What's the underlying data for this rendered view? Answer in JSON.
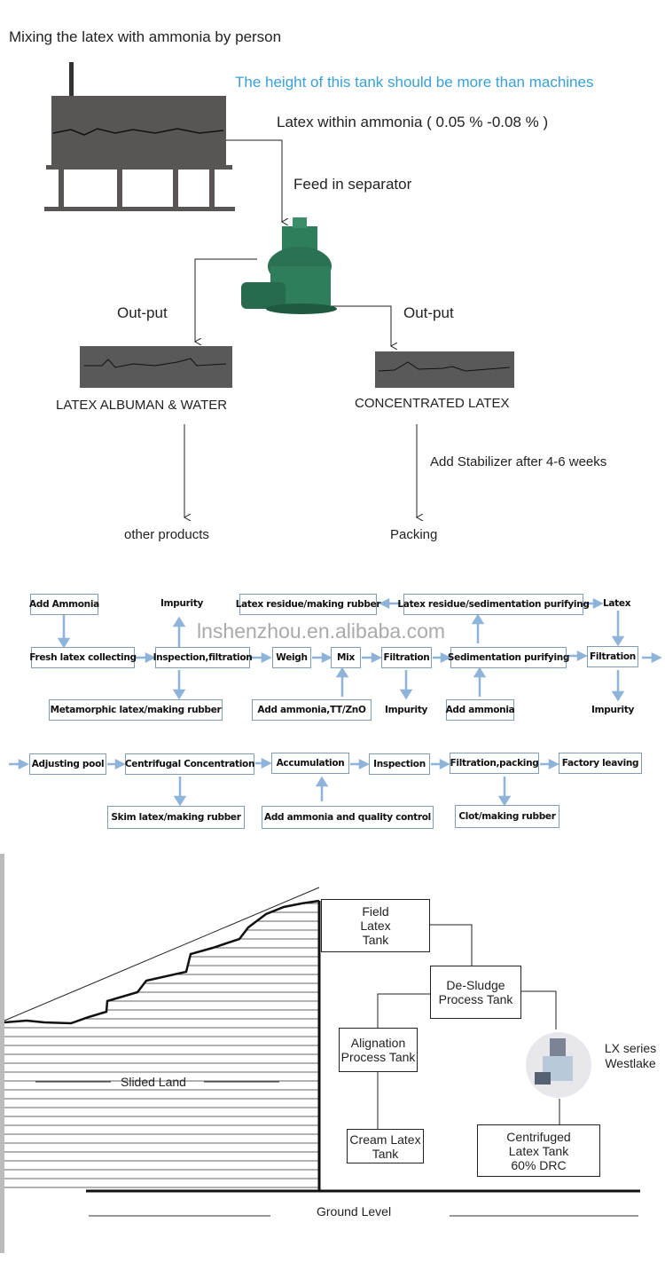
{
  "section1": {
    "title": "Mixing the latex with ammonia by person",
    "note": "The height of this tank should be more than machines",
    "latex_within": "Latex within ammonia ( 0.05 % -0.08 % )",
    "feed": "Feed in separator",
    "output_left": "Out-put",
    "output_right": "Out-put",
    "left_product": "LATEX ALBUMAN & WATER",
    "right_product": "CONCENTRATED LATEX",
    "stabilizer": "Add Stabilizer after 4-6 weeks",
    "other": "other products",
    "packing": "Packing",
    "note_color": "#3aa0d8",
    "tank_color": "#5a5555",
    "separator_color": "#2e7d5b"
  },
  "section2": {
    "watermark": "lnshenzhou.en.alibaba.com",
    "row1": [
      "Add Ammonia",
      "Impurity",
      "Latex residue/making rubber",
      "Latex residue/sedimentation purifying",
      "Latex"
    ],
    "row2": [
      "Fresh latex collecting",
      "Inspection,filtration",
      "Weigh",
      "Mix",
      "Filtration",
      "Sedimentation purifying",
      "Filtration"
    ],
    "row3": [
      "Metamorphic latex/making rubber",
      "Add ammonia,TT/ZnO",
      "Impurity",
      "Add ammonia",
      "Impurity"
    ],
    "row4": [
      "Adjusting pool",
      "Centrifugal Concentration",
      "Accumulation",
      "Inspection",
      "Filtration,packing",
      "Factory leaving"
    ],
    "row5": [
      "Skim latex/making rubber",
      "Add ammonia and quality control",
      "Clot/making rubber"
    ],
    "arrow_color": "#8fb4d9"
  },
  "section3": {
    "field_tank": "Field Latex Tank",
    "desludge": "De-Sludge Process Tank",
    "alignation": "Alignation Process Tank",
    "cream": "Cream Latex Tank",
    "centrifuged": "Centrifuged Latex Tank 60% DRC",
    "machine": "LX series Westlake",
    "slided_land": "Slided Land",
    "ground": "Ground Level"
  }
}
